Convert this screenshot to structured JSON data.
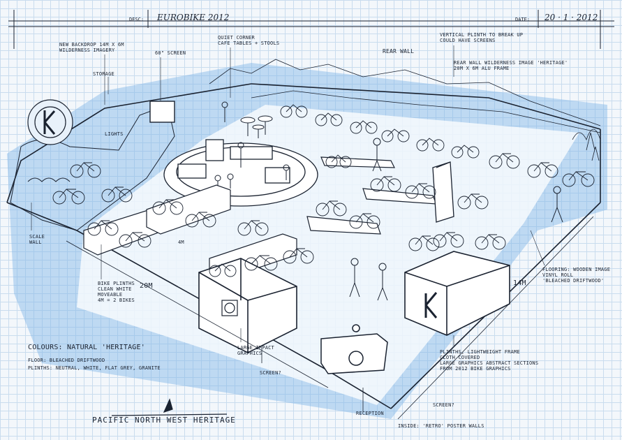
{
  "header": {
    "desc_label": "DESC:",
    "desc_value": "EUROBIKE 2012",
    "date_label": "DATE:",
    "date_value": "20 · 1 · 2012"
  },
  "annotations": {
    "backdrop": "NEW BACKDROP 14m x 6m\nWILDERNESS IMAGERY",
    "screen60": "60\" SCREEN",
    "storage": "STORAGE",
    "quiet_corner": "QUIET CORNER\nCAFE TABLES + STOOLS",
    "rear_wall": "REAR WALL",
    "vertical_plinth": "VERTICAL PLINTH TO BREAK UP\nCOULD HAVE SCREENS",
    "rear_wall_image": "REAR WALL WILDERNESS IMAGE 'HERITAGE'\n20m x 6m ALU FRAME",
    "lights": "LIGHTS",
    "scale_wall": "SCALE\nWALL",
    "bike_plinths": "BIKE PLINTHS\nCLEAN WHITE\nMOVEABLE\n4m = 2 BIKES",
    "dim_20m": "20m",
    "dim_14m": "14m",
    "dim_4m": "4m",
    "flooring": "FLOORING: WOODEN IMAGE\nVINYL ROLL\n'BLEACHED DRIFTWOOD'",
    "large_impact": "LARGE IMPACT\nGRAPHICS",
    "screen_q1": "SCREEN?",
    "plinths_light": "PLINTHS, LIGHTWEIGHT FRAME\nCLOTH COVERED\nLARGE GRAPHICS ABSTRACT SECTIONS\nFROM 2012 BIKE GRAPHICS",
    "screen_q2": "SCREEN?",
    "reception": "RECEPTION",
    "inside_retro": "INSIDE: 'RETRO' POSTER WALLS",
    "colours_title": "COLOURS: NATURAL 'HERITAGE'",
    "colours_floor": "FLOOR: BLEACHED DRIFTWOOD",
    "colours_plinths": "PLINTHS: NEUTRAL, WHITE, FLAT GREY, GRANITE",
    "heritage_title": "PACIFIC NORTH WEST HERITAGE"
  },
  "colors": {
    "ink": "#1a2230",
    "marker_blue": "#7fb4e6",
    "grid": "#c9dcee",
    "paper": "#f3f7fb"
  }
}
